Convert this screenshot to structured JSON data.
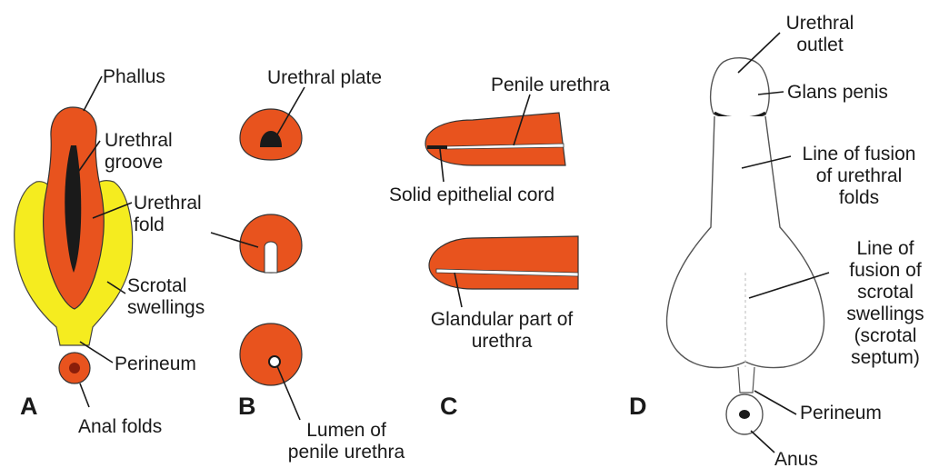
{
  "colors": {
    "tissue": "#e8531e",
    "swelling": "#f5ec1f",
    "outline": "#1a1a1a",
    "lumen": "#ffffff"
  },
  "panels": {
    "a": "A",
    "b": "B",
    "c": "C",
    "d": "D"
  },
  "labels": {
    "phallus": "Phallus",
    "urethral_groove": [
      "Urethral",
      "groove"
    ],
    "urethral_fold": [
      "Urethral",
      "fold"
    ],
    "scrotal_swellings": [
      "Scrotal",
      "swellings"
    ],
    "perineum_a": "Perineum",
    "anal_folds": "Anal folds",
    "urethral_plate": "Urethral plate",
    "lumen_penile_urethra": [
      "Lumen of",
      "penile urethra"
    ],
    "penile_urethra": "Penile urethra",
    "solid_epithelial_cord": "Solid epithelial cord",
    "glandular_part": [
      "Glandular part of",
      "urethra"
    ],
    "urethral_outlet": [
      "Urethral",
      "outlet"
    ],
    "glans_penis": "Glans penis",
    "line_fusion_urethral_folds": [
      "Line of fusion",
      "of urethral",
      "folds"
    ],
    "line_fusion_scrotal_swellings": [
      "Line of",
      "fusion of",
      "scrotal",
      "swellings",
      "(scrotal",
      "septum)"
    ],
    "perineum_d": "Perineum",
    "anus": "Anus"
  }
}
